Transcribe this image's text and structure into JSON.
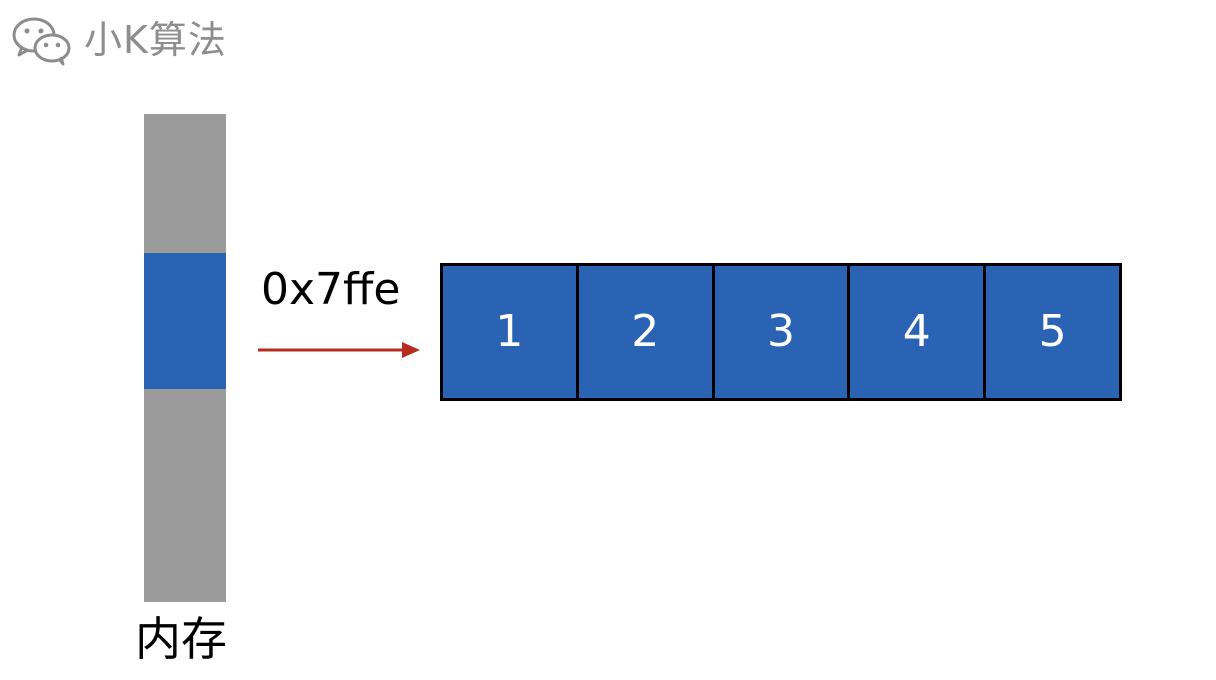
{
  "watermark": {
    "icon": "wechat-icon",
    "text": "小K算法"
  },
  "memory": {
    "label": "内存"
  },
  "pointer": {
    "address": "0x7ffe",
    "arrow_icon": "right-arrow-icon"
  },
  "array": {
    "items": [
      "1",
      "2",
      "3",
      "4",
      "5"
    ]
  },
  "colors": {
    "memory_block": "#9b9b9b",
    "highlight": "#2a63b4",
    "array_fill": "#2a63b4",
    "arrow": "#b62c1f",
    "border": "#000000",
    "watermark": "#8e8e8e"
  }
}
